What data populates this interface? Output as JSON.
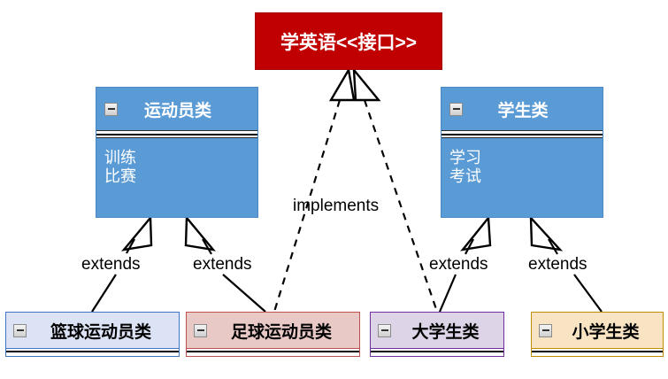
{
  "diagram": {
    "title_interface": "学英语<<接口>>",
    "colors": {
      "interface_fill": "#C00000",
      "interface_border": "#A00000",
      "class_fill": "#5B9BD5",
      "class_border": "#4A8AC4",
      "basketball_fill": "#DCE3F5",
      "basketball_border": "#4472C4",
      "football_fill": "#E8C9C6",
      "football_border": "#C0504D",
      "university_fill": "#DED4E8",
      "university_border": "#7030A0",
      "primary_fill": "#F8E3C3",
      "primary_border": "#BF8F00",
      "line": "#000000"
    },
    "interface": {
      "name": "学英语<<接口>>",
      "icon": "collapse-minus-icon"
    },
    "classes": [
      {
        "id": "athlete",
        "name": "运动员类",
        "icon": "collapse-minus-icon",
        "members": [
          "训练",
          "比赛"
        ]
      },
      {
        "id": "student",
        "name": "学生类",
        "icon": "collapse-minus-icon",
        "members": [
          "学习",
          "考试"
        ]
      }
    ],
    "subclasses": [
      {
        "id": "basketball",
        "name": "篮球运动员类",
        "icon": "collapse-minus-icon"
      },
      {
        "id": "football",
        "name": "足球运动员类",
        "icon": "collapse-minus-icon"
      },
      {
        "id": "university",
        "name": "大学生类",
        "icon": "collapse-minus-icon"
      },
      {
        "id": "primary",
        "name": "小学生类",
        "icon": "collapse-minus-icon"
      }
    ],
    "relations": [
      {
        "label": "extends",
        "type": "generalization",
        "from": "basketball",
        "to": "athlete"
      },
      {
        "label": "extends",
        "type": "generalization",
        "from": "football",
        "to": "athlete"
      },
      {
        "label": "extends",
        "type": "generalization",
        "from": "university",
        "to": "student"
      },
      {
        "label": "extends",
        "type": "generalization",
        "from": "primary",
        "to": "student"
      },
      {
        "label": "implements",
        "type": "realization",
        "from": "football",
        "to": "interface"
      },
      {
        "label": "implements",
        "type": "realization",
        "from": "university",
        "to": "interface"
      }
    ],
    "labels": {
      "extends_1": "extends",
      "extends_2": "extends",
      "extends_3": "extends",
      "extends_4": "extends",
      "implements": "implements"
    }
  }
}
